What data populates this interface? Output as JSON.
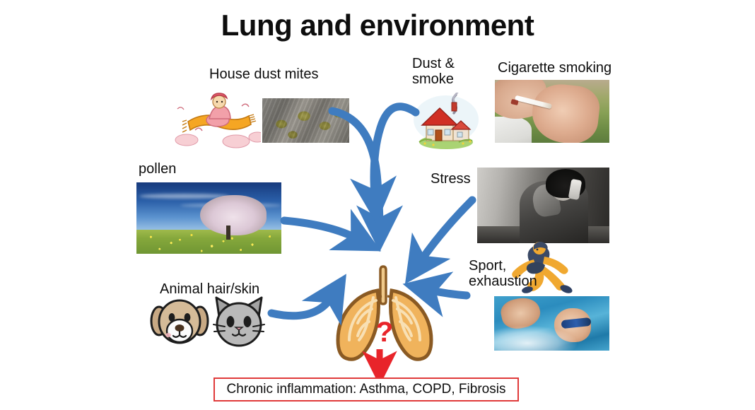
{
  "slide": {
    "title": "Lung and environment",
    "background_color": "#ffffff"
  },
  "colors": {
    "arrow_blue": "#3f7cc0",
    "outcome_red": "#e03a3a",
    "text": "#0d0d0d",
    "lung_fill": "#f0b35c",
    "lung_outline": "#8a5a23"
  },
  "factors": [
    {
      "id": "house-dust-mites",
      "label": "House dust mites",
      "image": "dust-mite-photo"
    },
    {
      "id": "dust-and-smoke",
      "label": "Dust &\nsmoke",
      "image": "house-with-chimney-smoke-clipart"
    },
    {
      "id": "cigarette-smoking",
      "label": "Cigarette smoking",
      "image": "person-smoking-cigarette-photo"
    },
    {
      "id": "pollen",
      "label": "pollen",
      "image": "blossoming-tree-in-dandelion-field-photo"
    },
    {
      "id": "stress",
      "label": "Stress",
      "image": "stressed-woman-on-phone-photo"
    },
    {
      "id": "sport-exhaustion",
      "label": "Sport,\nexhaustion",
      "image": "speed-skater-and-swimmer-photos"
    },
    {
      "id": "animal-hair-skin",
      "label": "Animal hair/skin",
      "image": "dog-and-cat-face-icons"
    }
  ],
  "center": {
    "name": "lungs-illustration",
    "question_mark": "?"
  },
  "outcome": {
    "text": "Chronic inflammation: Asthma, COPD, Fibrosis",
    "border_color": "#e03a3a"
  },
  "chart_data": {
    "type": "diagram",
    "title": "Lung and environment",
    "layout": "converging-arrows",
    "center_node": "Lungs (?)",
    "input_nodes": [
      "House dust mites",
      "Dust & smoke",
      "Cigarette smoking",
      "pollen",
      "Stress",
      "Sport, exhaustion",
      "Animal hair/skin"
    ],
    "output_node": "Chronic inflammation: Asthma, COPD, Fibrosis",
    "edges": [
      {
        "from": "House dust mites",
        "to": "Lungs",
        "color": "#3f7cc0"
      },
      {
        "from": "Dust & smoke",
        "to": "Lungs",
        "color": "#3f7cc0"
      },
      {
        "from": "Cigarette smoking",
        "to": "Lungs",
        "color": "#3f7cc0"
      },
      {
        "from": "pollen",
        "to": "Lungs",
        "color": "#3f7cc0"
      },
      {
        "from": "Stress",
        "to": "Lungs",
        "color": "#3f7cc0"
      },
      {
        "from": "Sport, exhaustion",
        "to": "Lungs",
        "color": "#3f7cc0"
      },
      {
        "from": "Animal hair/skin",
        "to": "Lungs",
        "color": "#3f7cc0"
      },
      {
        "from": "Lungs",
        "to": "Chronic inflammation: Asthma, COPD, Fibrosis",
        "color": "#e8242a"
      }
    ]
  }
}
